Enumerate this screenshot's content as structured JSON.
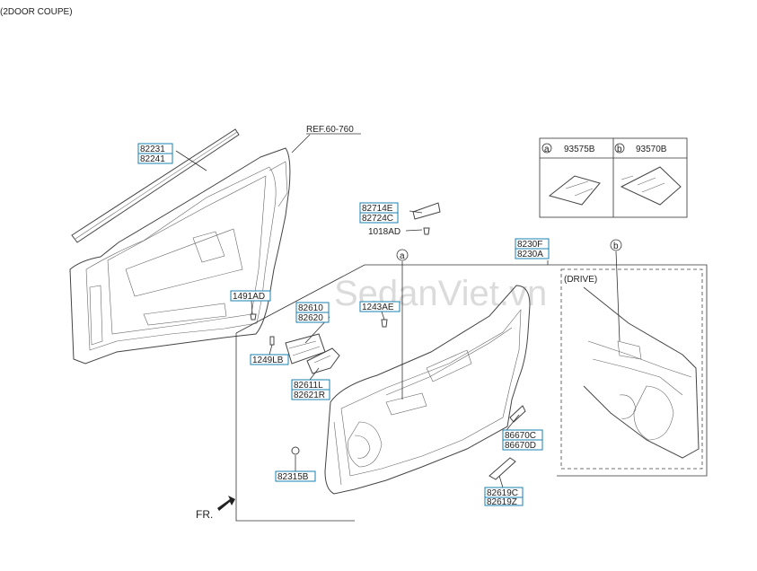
{
  "header": {
    "title": "(2DOOR COUPE)"
  },
  "reference": {
    "label": "REF.60-760"
  },
  "watermark": {
    "text": "SedanViet.vn"
  },
  "legend": {
    "a": {
      "marker": "a",
      "part": "93575B"
    },
    "b": {
      "marker": "b",
      "part": "93570B"
    }
  },
  "inset": {
    "label": "(DRIVE)"
  },
  "callouts": {
    "weatherstrip": [
      "82231",
      "82241"
    ],
    "deco_patch": [
      "82714E",
      "82724C"
    ],
    "screw_1018": "1018AD",
    "trim_panel": [
      "8230F",
      "8230A"
    ],
    "clip_1491": "1491AD",
    "handle_inner": [
      "82610",
      "82620"
    ],
    "clip_1243": "1243AE",
    "bolt_1249": "1249LB",
    "handle_cover": [
      "82611L",
      "82621R"
    ],
    "pad_86670": [
      "86670C",
      "86670D"
    ],
    "nut_82315": "82315B",
    "pad_82619": [
      "82619C",
      "82619Z"
    ]
  },
  "markers": {
    "a": "a",
    "b": "b"
  },
  "direction": {
    "label": "FR."
  }
}
